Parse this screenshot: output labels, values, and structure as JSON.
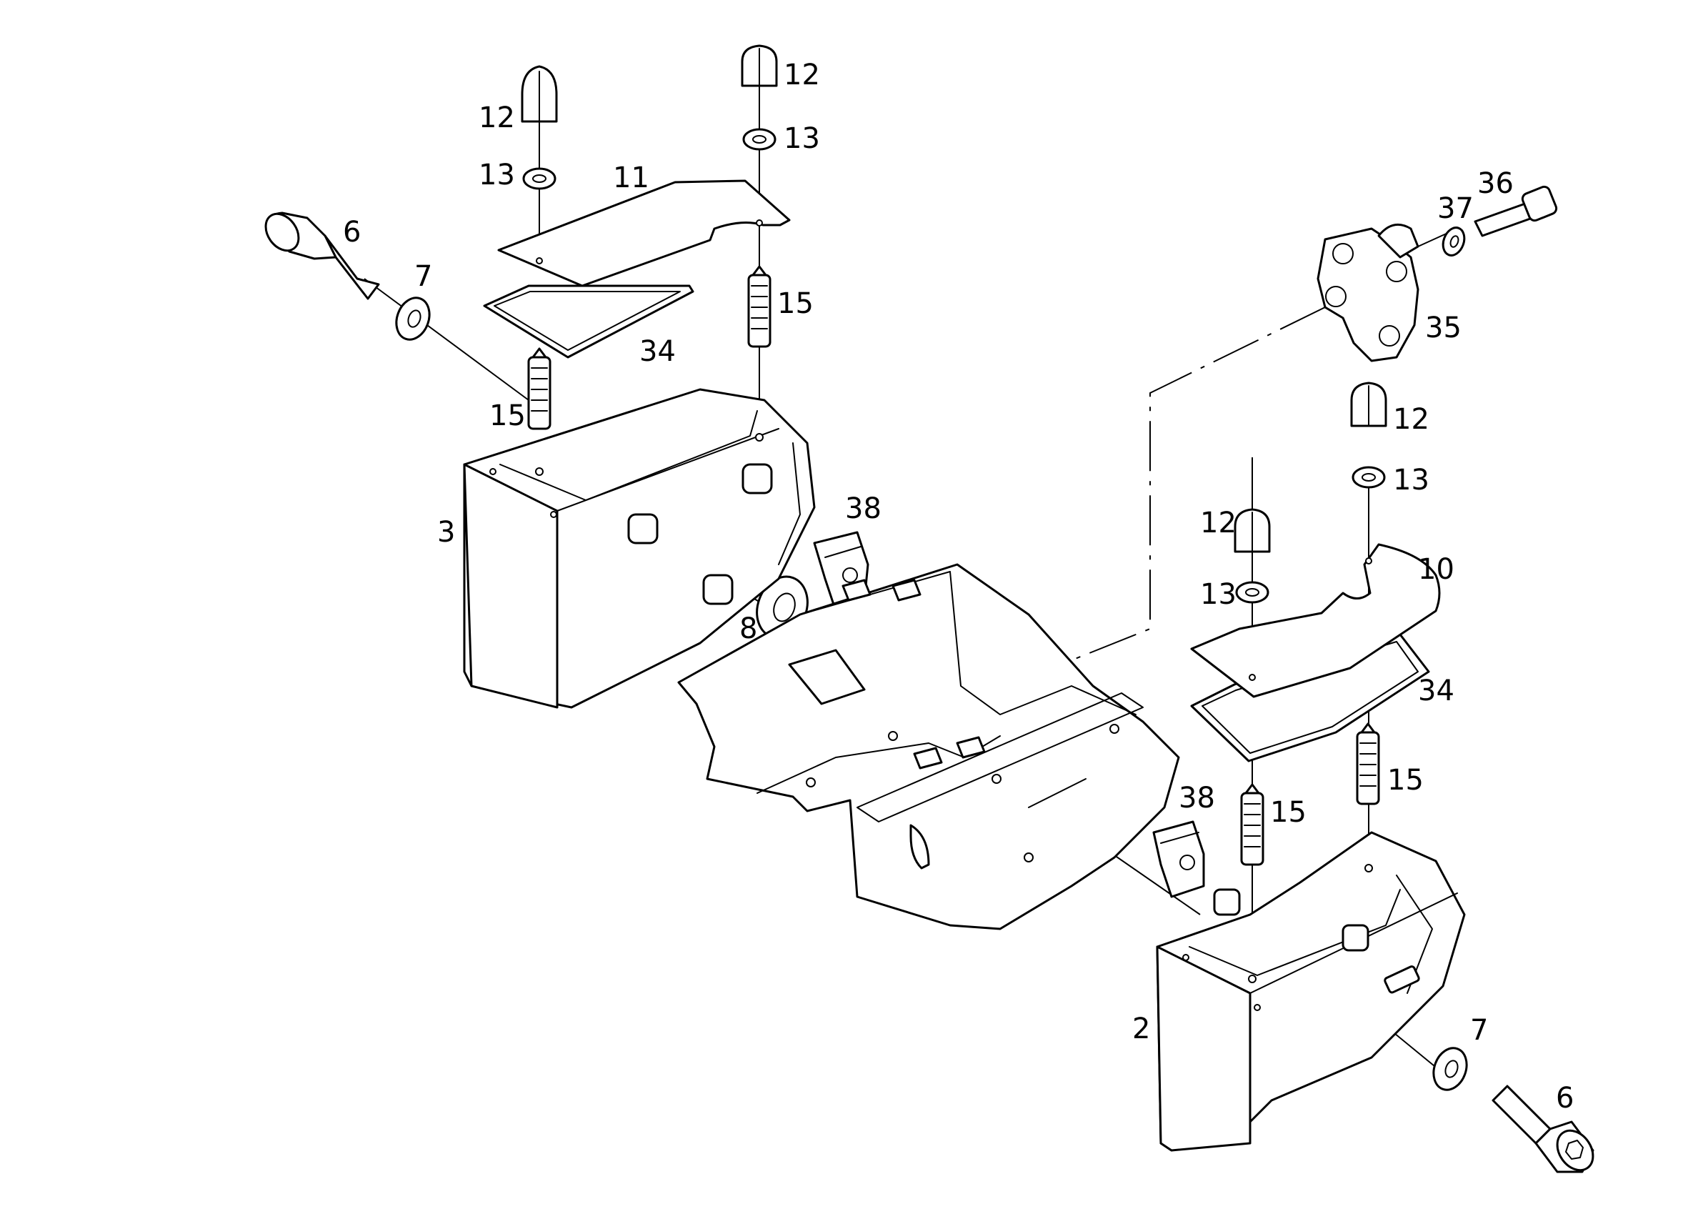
{
  "callouts": {
    "p12_a": "12",
    "p12_b": "12",
    "p12_c": "12",
    "p12_d": "12",
    "p13_a": "13",
    "p13_b": "13",
    "p13_c": "13",
    "p13_d": "13",
    "p11": "11",
    "p10": "10",
    "p6_a": "6",
    "p6_b": "6",
    "p7_a": "7",
    "p7_b": "7",
    "p15_a": "15",
    "p15_b": "15",
    "p15_c": "15",
    "p15_d": "15",
    "p34_a": "34",
    "p34_b": "34",
    "p3": "3",
    "p2": "2",
    "p38_a": "38",
    "p38_b": "38",
    "p8": "8",
    "p35": "35",
    "p36": "36",
    "p37": "37"
  }
}
